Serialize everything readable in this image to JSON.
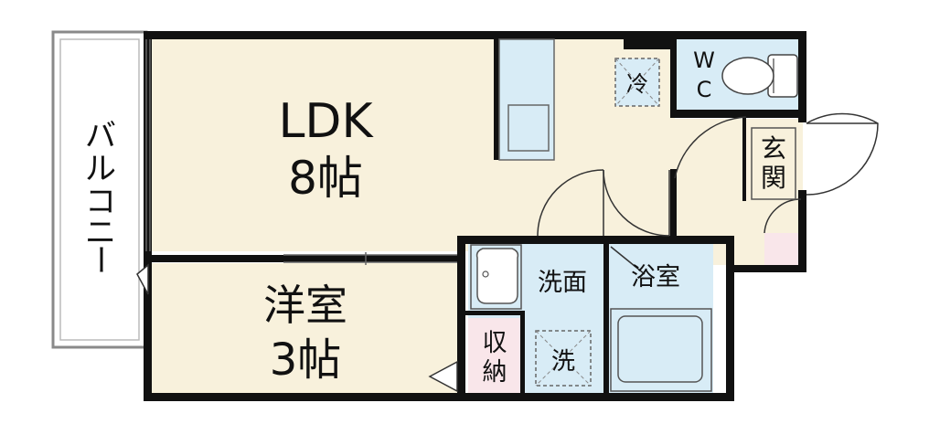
{
  "floorplan": {
    "rooms": {
      "ldk": {
        "name": "LDK",
        "size": "8帖"
      },
      "western": {
        "name": "洋室",
        "size": "3帖"
      },
      "balcony": {
        "chars": [
          "バ",
          "ル",
          "コ",
          "ニ",
          "ー"
        ]
      },
      "wc": {
        "line1": "W",
        "line2": "C"
      },
      "entrance": {
        "chars": [
          "玄",
          "関"
        ]
      },
      "washroom": {
        "label": "洗面"
      },
      "bathroom": {
        "label": "浴室"
      },
      "storage": {
        "chars": [
          "収",
          "納"
        ]
      }
    },
    "appliances": {
      "fridge": "冷",
      "washer": "洗"
    },
    "colors": {
      "floor_main": "#f8f1dc",
      "water_area": "#d8ecf6",
      "storage": "#f9e6ea",
      "wall": "#111111"
    }
  }
}
